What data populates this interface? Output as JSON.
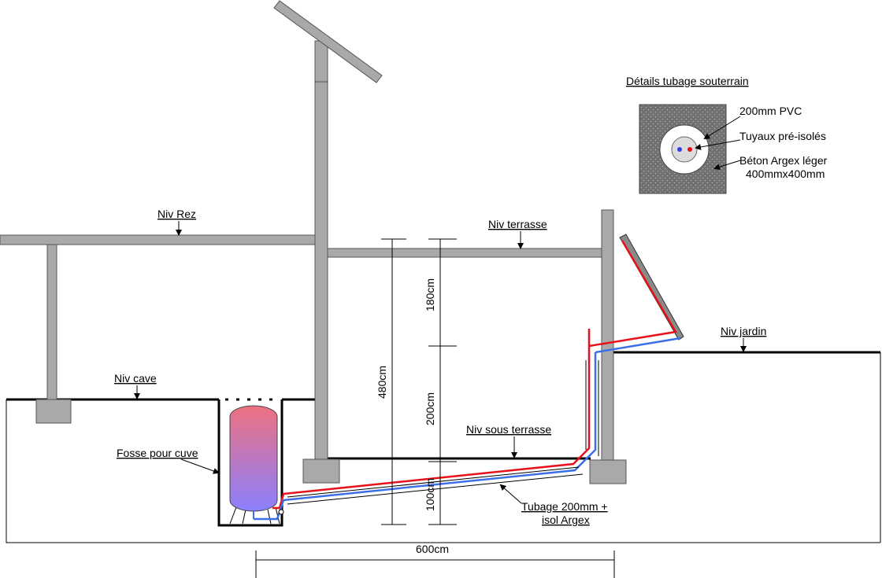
{
  "labels": {
    "niv_rez": "Niv Rez",
    "niv_terrasse": "Niv terrasse",
    "niv_jardin": "Niv jardin",
    "niv_cave": "Niv cave",
    "niv_sous_terrasse": "Niv sous terrasse",
    "fosse": "Fosse pour cuve",
    "tubage_line1": "Tubage 200mm +",
    "tubage_line2": "isol Argex"
  },
  "dimensions": {
    "d180": "180cm",
    "d200": "200cm",
    "d100": "100cm",
    "d480": "480cm",
    "d600": "600cm"
  },
  "detail": {
    "title": "Détails tubage souterrain",
    "pvc": "200mm PVC",
    "pipes": "Tuyaux pré-isolés",
    "concrete_line1": "Béton Argex léger",
    "concrete_line2": "400mmx400mm"
  },
  "colors": {
    "hot_pipe": "#e8101a",
    "cold_pipe": "#3a6fe8",
    "structure": "#a9a9a9",
    "concrete": "#7a7a7a"
  }
}
